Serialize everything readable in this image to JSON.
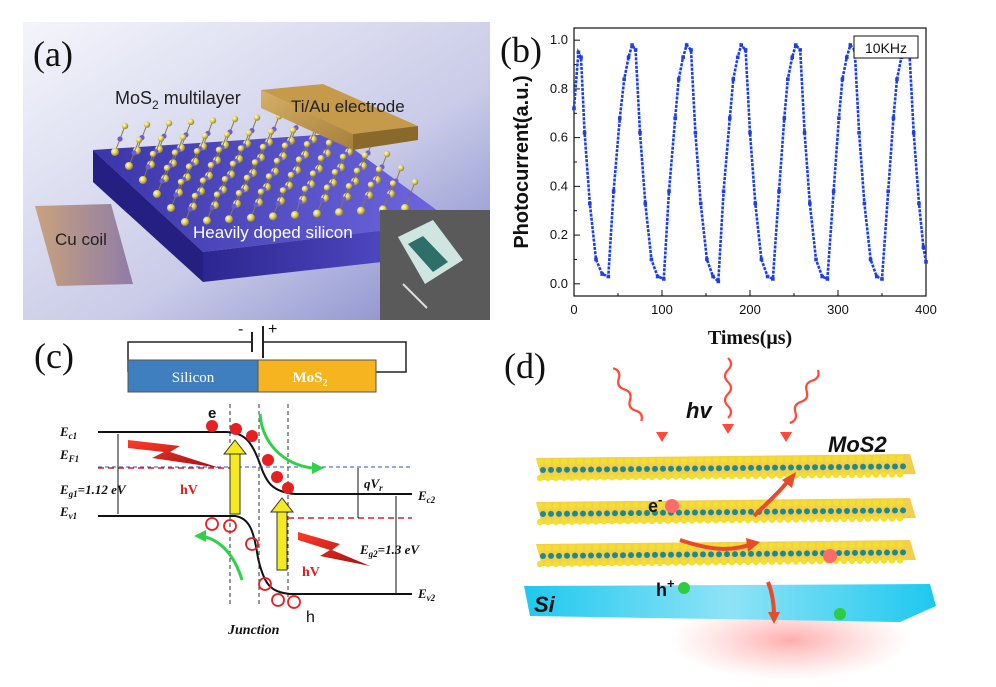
{
  "panel_a": {
    "label": "(a)",
    "mos2_label_pre": "MoS",
    "mos2_label_sub": "2",
    "mos2_label_post": " multilayer",
    "electrode_label": "Ti/Au electrode",
    "cu_label": "Cu coil",
    "silicon_label": "Heavily doped silicon"
  },
  "panel_b": {
    "label": "(b)",
    "legend": "10KHz",
    "ylabel": "Photocurrent(a.u.)",
    "xlabel": "Times(μs)",
    "series_color": "#1f3fe6"
  },
  "panel_c": {
    "label": "(c)",
    "silicon_box": "Silicon",
    "mos2_box_pre": "MoS",
    "mos2_box_sub": "2",
    "minus": "-",
    "plus": "+",
    "ec1_main": "E",
    "ec1_sub": "c1",
    "ef1_main": "E",
    "ef1_sub": "F1",
    "eg1": "E",
    "eg1_sub": "g1",
    "eg1_val": "=1.12 eV",
    "ev1_main": "E",
    "ev1_sub": "v1",
    "hv1": "hV",
    "hv2": "hV",
    "e_label": "e",
    "h_label": "h",
    "qvr_main": "qV",
    "qvr_sub": "r",
    "ec2_main": "E",
    "ec2_sub": "c2",
    "eg2": "E",
    "eg2_sub": "g2",
    "eg2_val": "=1.3 eV",
    "ev2_main": "E",
    "ev2_sub": "v2",
    "junction": "Junction"
  },
  "panel_d": {
    "label": "(d)",
    "hv": "hv",
    "mos2": "MoS2",
    "e": "e",
    "e_sup": "-",
    "h": "h",
    "h_sup": "+",
    "si": "Si"
  },
  "chart_data": {
    "type": "line",
    "title": "",
    "legend": [
      "10KHz"
    ],
    "xlabel": "Times(μs)",
    "ylabel": "Photocurrent(a.u.)",
    "xlim": [
      0,
      400
    ],
    "ylim": [
      -0.05,
      1.05
    ],
    "xticks": [
      "0",
      "100",
      "200",
      "300",
      "400"
    ],
    "yticks": [
      "0.0",
      "0.2",
      "0.4",
      "0.6",
      "0.8",
      "1.0"
    ],
    "series": [
      {
        "name": "10KHz",
        "x": [
          0,
          5,
          8,
          12,
          18,
          25,
          32,
          39,
          45,
          52,
          57,
          62,
          66,
          70,
          75,
          81,
          88,
          95,
          102,
          108,
          115,
          119,
          124,
          128,
          133,
          138,
          144,
          151,
          158,
          164,
          170,
          177,
          181,
          186,
          190,
          195,
          200,
          206,
          213,
          220,
          226,
          233,
          239,
          243,
          248,
          252,
          257,
          262,
          268,
          275,
          282,
          288,
          295,
          301,
          305,
          310,
          314,
          319,
          324,
          330,
          337,
          344,
          350,
          357,
          363,
          367,
          372,
          376,
          381,
          386,
          392,
          397,
          400
        ],
        "y": [
          0.72,
          0.95,
          0.93,
          0.62,
          0.33,
          0.1,
          0.04,
          0.03,
          0.38,
          0.68,
          0.84,
          0.93,
          0.98,
          0.96,
          0.62,
          0.33,
          0.1,
          0.03,
          0.02,
          0.38,
          0.68,
          0.84,
          0.93,
          0.98,
          0.96,
          0.62,
          0.33,
          0.1,
          0.03,
          0.01,
          0.38,
          0.68,
          0.84,
          0.93,
          0.98,
          0.96,
          0.62,
          0.33,
          0.1,
          0.03,
          0.02,
          0.38,
          0.68,
          0.84,
          0.93,
          0.98,
          0.96,
          0.62,
          0.33,
          0.1,
          0.03,
          0.02,
          0.38,
          0.68,
          0.84,
          0.93,
          0.98,
          0.96,
          0.62,
          0.33,
          0.1,
          0.03,
          0.02,
          0.38,
          0.68,
          0.84,
          0.93,
          0.98,
          0.96,
          0.62,
          0.33,
          0.15,
          0.09
        ]
      }
    ],
    "grid": false
  }
}
